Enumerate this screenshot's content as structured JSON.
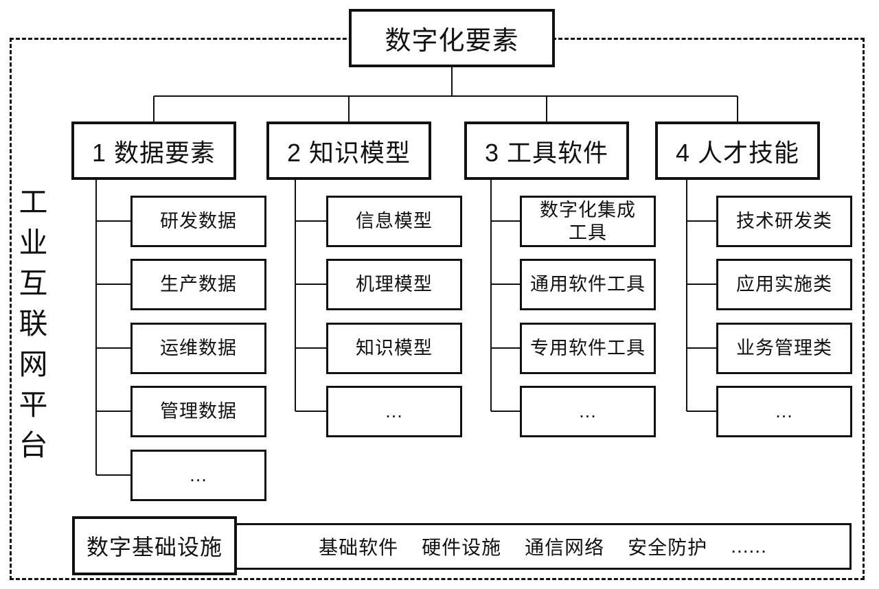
{
  "colors": {
    "line": "#111111",
    "background": "#ffffff",
    "text": "#111111"
  },
  "root": {
    "label": "数字化要素"
  },
  "platform": {
    "label": "工业互联网平台"
  },
  "branches": [
    {
      "label": "1 数据要素",
      "children": [
        "研发数据",
        "生产数据",
        "运维数据",
        "管理数据",
        "..."
      ]
    },
    {
      "label": "2 知识模型",
      "children": [
        "信息模型",
        "机理模型",
        "知识模型",
        "..."
      ]
    },
    {
      "label": "3 工具软件",
      "children": [
        "数字化集成\n工具",
        "通用软件工具",
        "专用软件工具",
        "..."
      ]
    },
    {
      "label": "4 人才技能",
      "children": [
        "技术研发类",
        "应用实施类",
        "业务管理类",
        "..."
      ]
    }
  ],
  "infrastructure": {
    "label": "数字基础设施",
    "items": [
      "基础软件",
      "硬件设施",
      "通信网络",
      "安全防护",
      "......"
    ]
  }
}
